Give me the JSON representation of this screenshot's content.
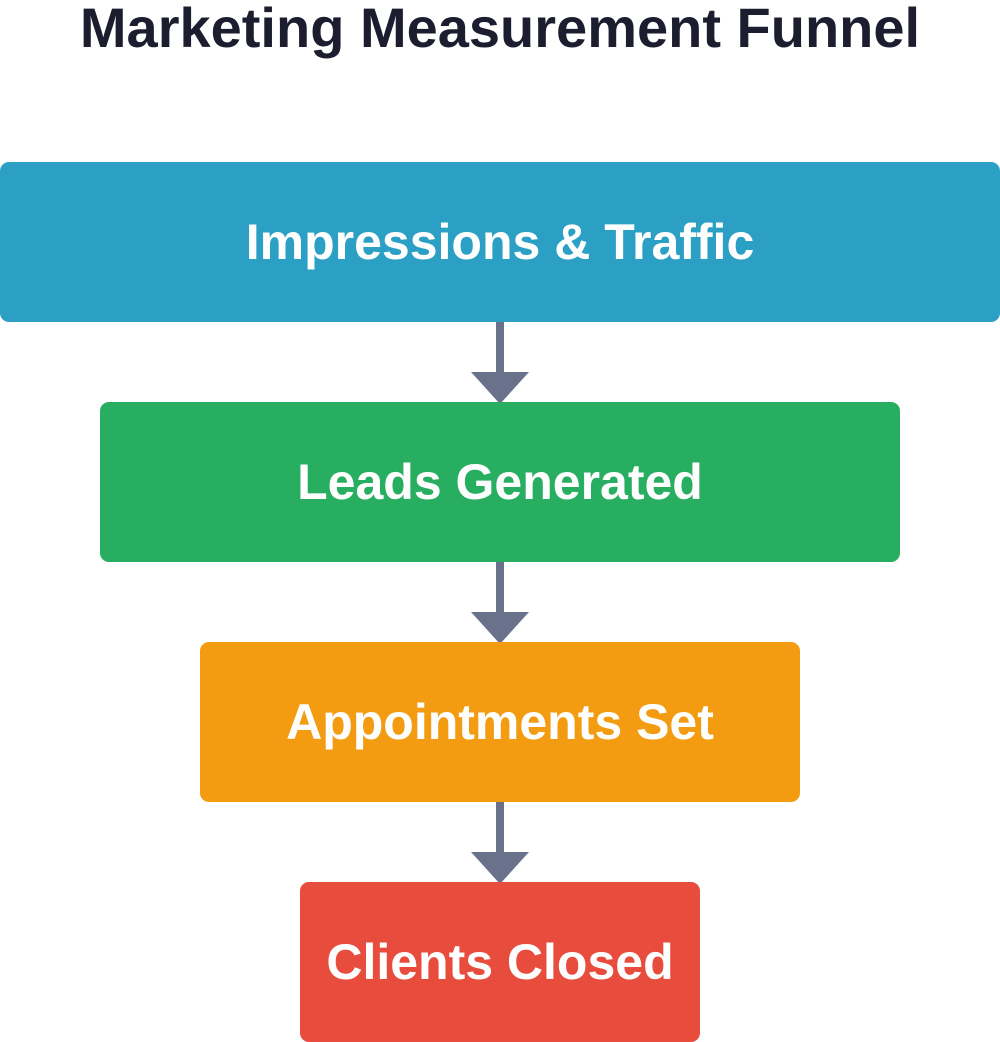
{
  "title": "Marketing Measurement Funnel",
  "stages": [
    {
      "label": "Impressions & Traffic",
      "color": "#2ba0c4"
    },
    {
      "label": "Leads Generated",
      "color": "#27ae60"
    },
    {
      "label": "Appointments Set",
      "color": "#f39c12"
    },
    {
      "label": "Clients Closed",
      "color": "#e74c3c"
    }
  ],
  "connector_color": "#6a728b"
}
